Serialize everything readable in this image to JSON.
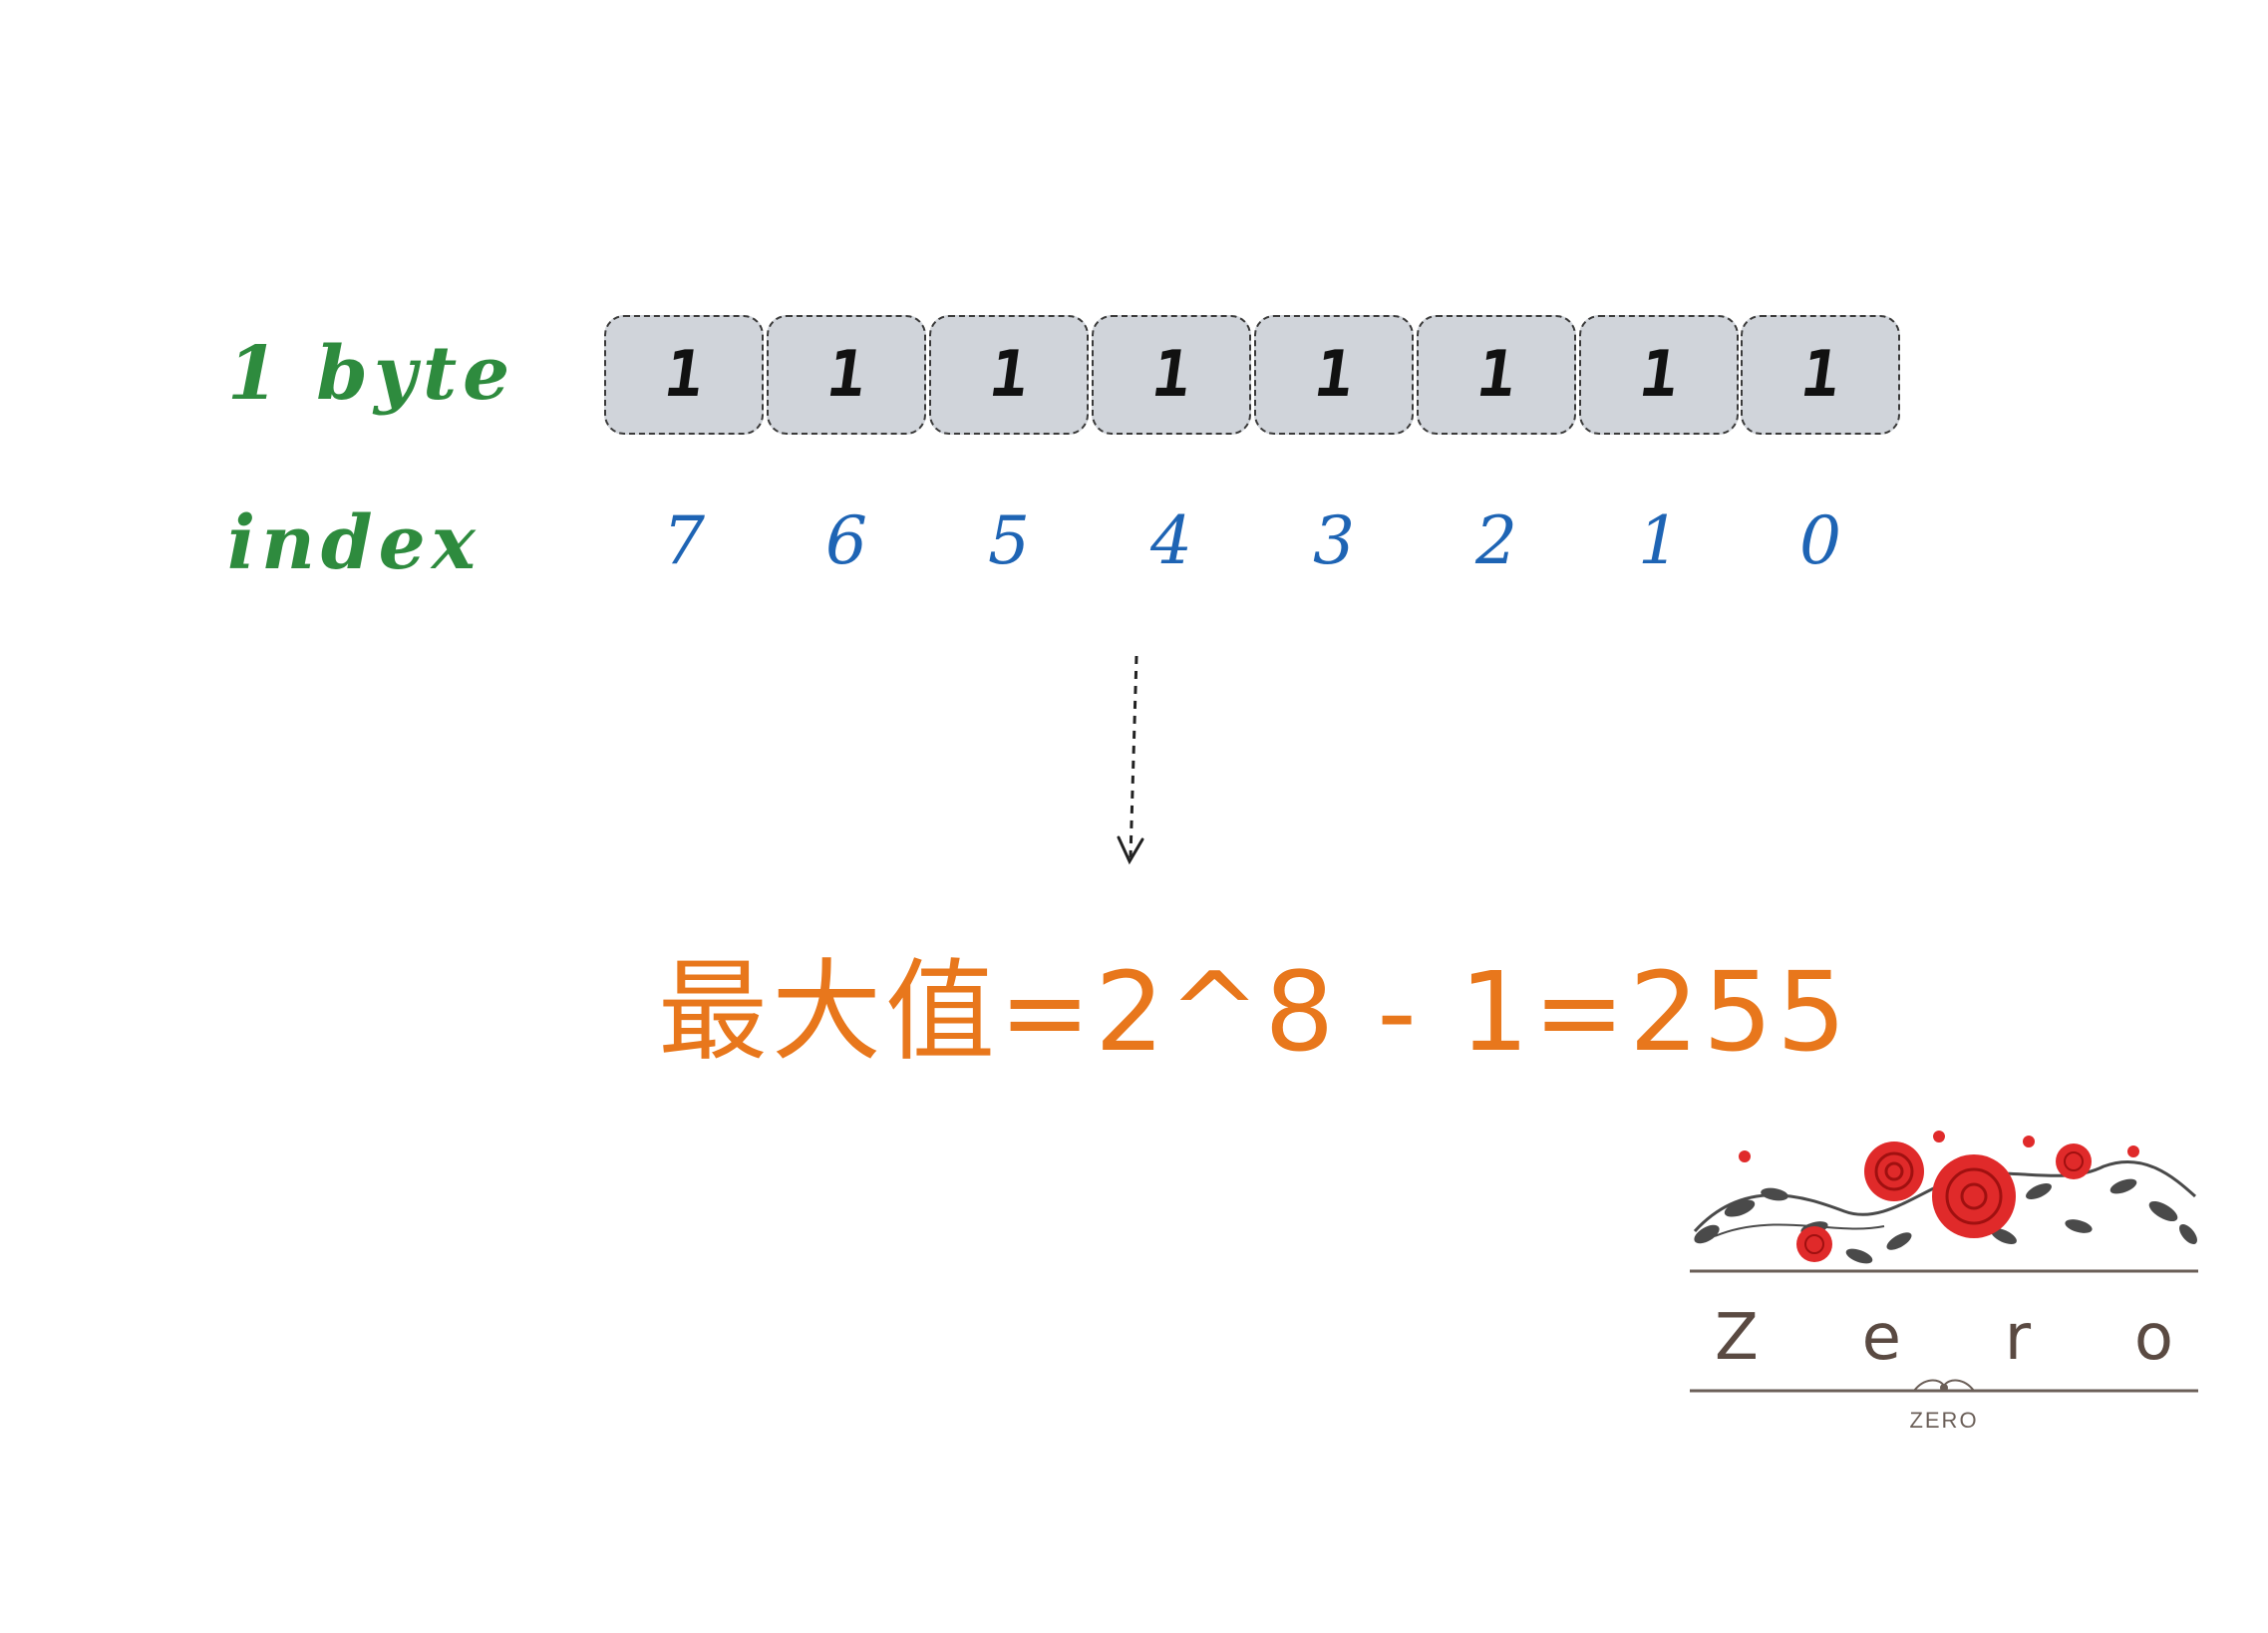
{
  "labels": {
    "byte": "1 byte",
    "index": "index"
  },
  "bits": [
    "1",
    "1",
    "1",
    "1",
    "1",
    "1",
    "1",
    "1"
  ],
  "indices": [
    "7",
    "6",
    "5",
    "4",
    "3",
    "2",
    "1",
    "0"
  ],
  "formula": "最大值=2^8 - 1=255",
  "logo": {
    "letters": [
      "Z",
      "e",
      "r",
      "o"
    ],
    "subtitle": "ZERO"
  },
  "colors": {
    "label_green": "#2e8b3e",
    "index_blue": "#1e64b4",
    "formula_orange": "#e8771c",
    "cell_fill": "#d0d4da",
    "rose_red": "#e02a2a"
  }
}
